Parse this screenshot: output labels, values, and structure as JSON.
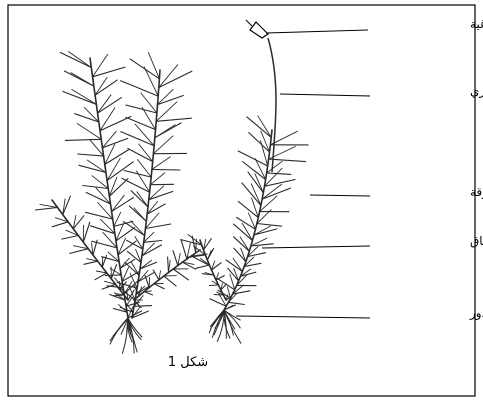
{
  "labels": {
    "capsule": "العلبة البوغية",
    "seta": "خيط حريري",
    "leaflike": "شبه ورقة",
    "stemlike": "شبه ساق",
    "rhizoids": "أشباه جذور"
  },
  "caption": "شكل 1",
  "colors": {
    "ink": "#000000",
    "plant": "#2b2b2b",
    "background": "#ffffff"
  }
}
